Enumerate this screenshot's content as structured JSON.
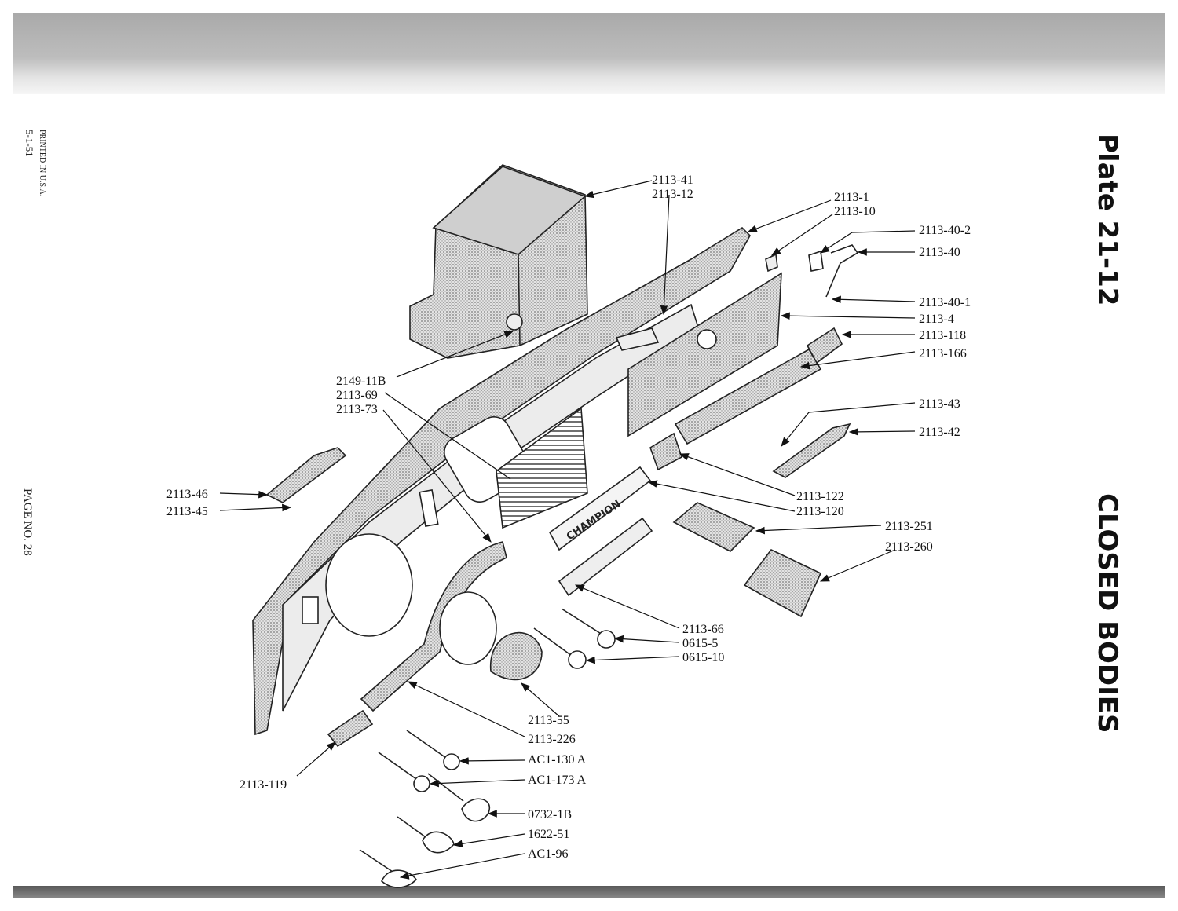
{
  "header": {
    "plate": "Plate 21-12",
    "section": "CLOSED BODIES"
  },
  "footer": {
    "printed": "PRINTED IN U.S.A.",
    "date": "5-1-51",
    "page": "PAGE NO.   28"
  },
  "callouts": [
    {
      "id": "c1",
      "text": "2113-41"
    },
    {
      "id": "c2",
      "text": "2113-12"
    },
    {
      "id": "c3",
      "text": "2113-1"
    },
    {
      "id": "c4",
      "text": "2113-10"
    },
    {
      "id": "c5",
      "text": "2113-40-2"
    },
    {
      "id": "c6",
      "text": "2113-40"
    },
    {
      "id": "c7",
      "text": "2113-40-1"
    },
    {
      "id": "c8",
      "text": "2113-4"
    },
    {
      "id": "c9",
      "text": "2113-118"
    },
    {
      "id": "c10",
      "text": "2113-166"
    },
    {
      "id": "c11",
      "text": "2113-43"
    },
    {
      "id": "c12",
      "text": "2113-42"
    },
    {
      "id": "c13",
      "text": "2149-11B"
    },
    {
      "id": "c14",
      "text": "2113-69"
    },
    {
      "id": "c15",
      "text": "2113-73"
    },
    {
      "id": "c16",
      "text": "2113-46"
    },
    {
      "id": "c17",
      "text": "2113-45"
    },
    {
      "id": "c18",
      "text": "2113-122"
    },
    {
      "id": "c19",
      "text": "2113-120"
    },
    {
      "id": "c20",
      "text": "2113-251"
    },
    {
      "id": "c21",
      "text": "2113-260"
    },
    {
      "id": "c22",
      "text": "2113-66"
    },
    {
      "id": "c23",
      "text": "0615-5"
    },
    {
      "id": "c24",
      "text": "0615-10"
    },
    {
      "id": "c25",
      "text": "2113-55"
    },
    {
      "id": "c26",
      "text": "2113-226"
    },
    {
      "id": "c27",
      "text": "AC1-130 A"
    },
    {
      "id": "c28",
      "text": "AC1-173 A"
    },
    {
      "id": "c29",
      "text": "0732-1B"
    },
    {
      "id": "c30",
      "text": "1622-51"
    },
    {
      "id": "c31",
      "text": "AC1-96"
    },
    {
      "id": "c32",
      "text": "2113-119"
    }
  ],
  "embossed_text": "CHAMPION",
  "colors": {
    "ink": "#222222",
    "hatch": "#9a9a9a",
    "paper": "#ffffff"
  }
}
